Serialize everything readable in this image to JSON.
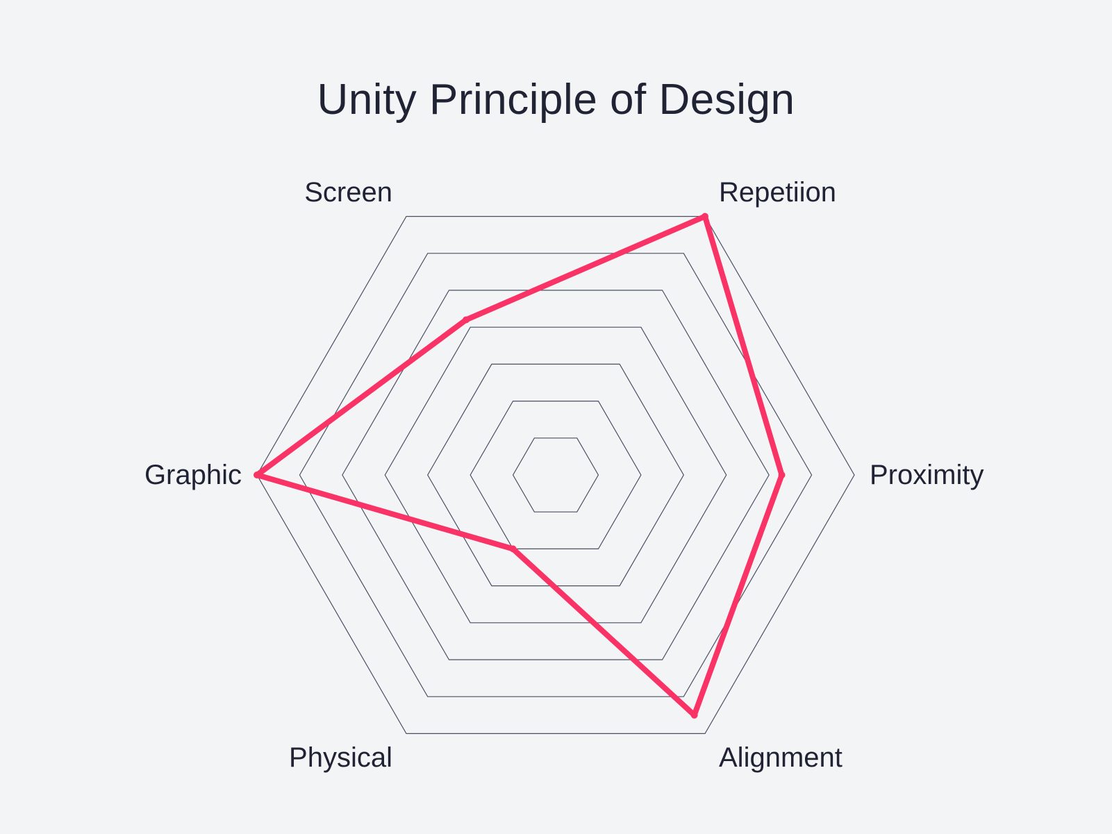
{
  "chart_data": {
    "type": "radar",
    "title": "Unity Principle of Design",
    "axes": [
      "Repetiion",
      "Proximity",
      "Alignment",
      "Physical",
      "Graphic",
      "Screen"
    ],
    "series": [
      {
        "values": [
          7,
          5.3,
          6.5,
          2,
          7,
          4.2
        ]
      }
    ],
    "rlim": [
      0,
      7
    ],
    "grid": true,
    "grid_levels": 7
  },
  "colors": {
    "background": "#f2f4f6",
    "series": "#fa3366",
    "grid": "#4a4f63",
    "text": "#1f2333"
  }
}
